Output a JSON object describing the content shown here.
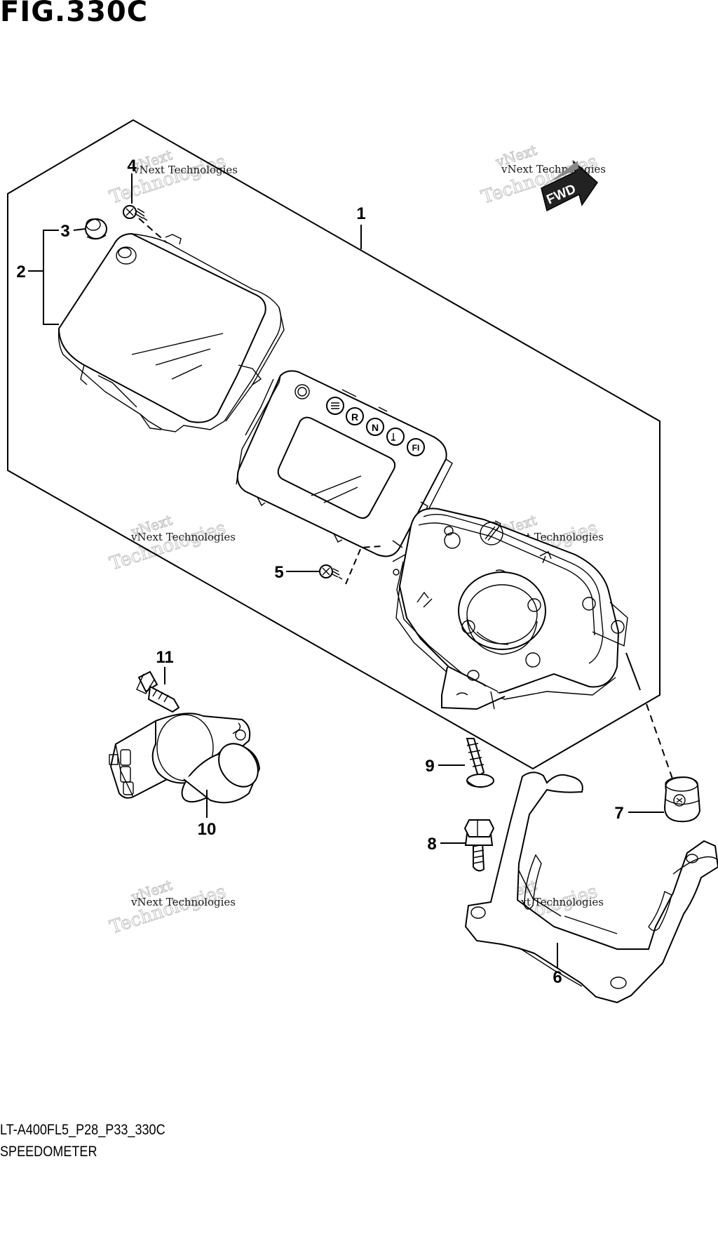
{
  "figure": {
    "title": "FIG.330C"
  },
  "caption": {
    "code": "LT-A400FL5_P28_P33_330C",
    "name": "SPEEDOMETER"
  },
  "fwd_label": "FWD",
  "indicator_letters": [
    "R",
    "N",
    "FI"
  ],
  "callouts": [
    {
      "id": "callout-1",
      "label": "1"
    },
    {
      "id": "callout-2",
      "label": "2"
    },
    {
      "id": "callout-3",
      "label": "3"
    },
    {
      "id": "callout-4",
      "label": "4"
    },
    {
      "id": "callout-5",
      "label": "5"
    },
    {
      "id": "callout-6",
      "label": "6"
    },
    {
      "id": "callout-7",
      "label": "7"
    },
    {
      "id": "callout-8",
      "label": "8"
    },
    {
      "id": "callout-9",
      "label": "9"
    },
    {
      "id": "callout-10",
      "label": "10"
    },
    {
      "id": "callout-11",
      "label": "11"
    }
  ],
  "watermark": {
    "line1": "vNext Technologies",
    "word1": "vNext",
    "word2": "Technologies"
  }
}
